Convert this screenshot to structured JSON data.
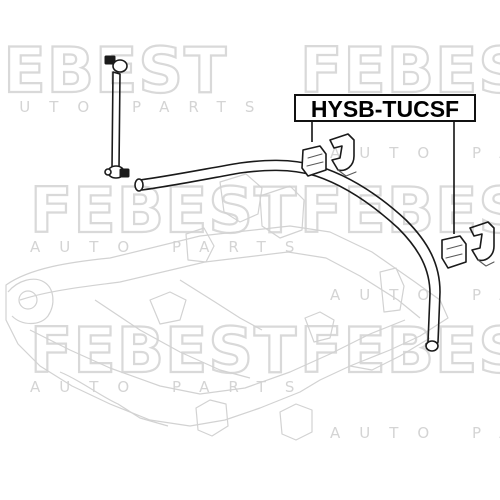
{
  "watermark": {
    "brand": "FEBEST",
    "tagline": "AUTO PARTS"
  },
  "callout": {
    "part_number": "HYSB-TUCSF"
  },
  "colors": {
    "line": "#1a1a1a",
    "watermark": "#d9d9d9",
    "frame": "#d2d2d2"
  }
}
